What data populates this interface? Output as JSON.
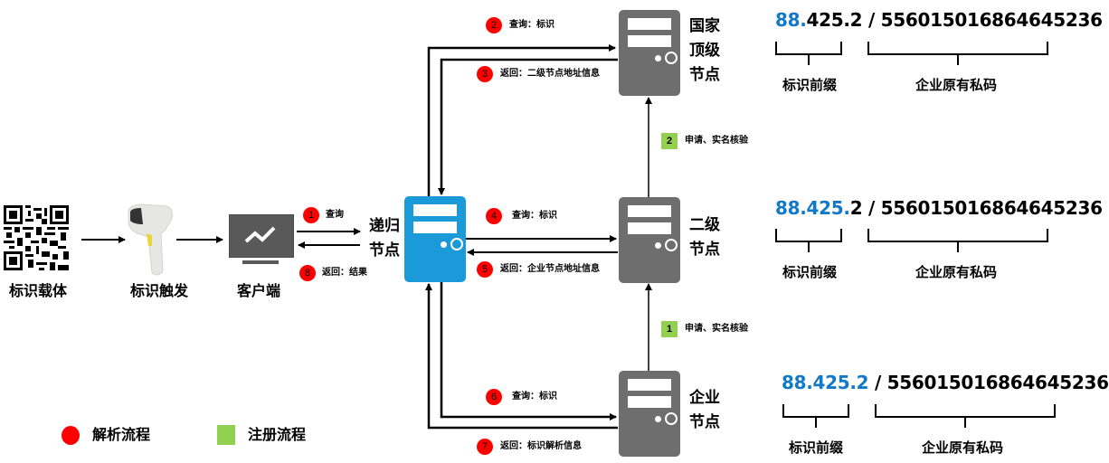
{
  "flow": {
    "carrier": {
      "label": "标识载体",
      "icon": "qr-code-icon"
    },
    "trigger": {
      "label": "标识触发",
      "icon": "barcode-scanner-icon"
    },
    "client": {
      "label": "客户端",
      "icon": "monitor-chart-icon"
    },
    "recursive_node": {
      "label_line1": "递归",
      "label_line2": "节点",
      "icon": "server-icon",
      "color": "#1a9ad8"
    },
    "national_node": {
      "label_line1": "国家",
      "label_line2": "顶级",
      "label_line3": "节点",
      "icon": "server-icon",
      "color": "#6e6e6e"
    },
    "secondary_node": {
      "label_line1": "二级",
      "label_line2": "节点",
      "icon": "server-icon",
      "color": "#6e6e6e"
    },
    "enterprise_node": {
      "label_line1": "企业",
      "label_line2": "节点",
      "icon": "server-icon",
      "color": "#6e6e6e"
    }
  },
  "resolution_steps": [
    {
      "num": "1",
      "text": "查询"
    },
    {
      "num": "2",
      "text": "查询：标识"
    },
    {
      "num": "3",
      "text": "返回：二级节点地址信息"
    },
    {
      "num": "4",
      "text": "查询：标识"
    },
    {
      "num": "5",
      "text": "返回：企业节点地址信息"
    },
    {
      "num": "6",
      "text": "查询：标识"
    },
    {
      "num": "7",
      "text": "返回：标识解析信息"
    },
    {
      "num": "8",
      "text": "返回：结果"
    }
  ],
  "registration_steps": [
    {
      "num": "2",
      "text": "申请、实名核验"
    },
    {
      "num": "1",
      "text": "申请、实名核验"
    }
  ],
  "identifiers": [
    {
      "prefix_blue": "88.",
      "prefix_black": "425.2",
      "separator": " / ",
      "suffix": "556015016864645236",
      "prefix_caption": "标识前缀",
      "suffix_caption": "企业原有私码"
    },
    {
      "prefix_blue": "88.425.",
      "prefix_black": "2",
      "separator": " / ",
      "suffix": "556015016864645236",
      "prefix_caption": "标识前缀",
      "suffix_caption": "企业原有私码"
    },
    {
      "prefix_blue": "88.425.2",
      "prefix_black": "",
      "separator": " / ",
      "suffix": "556015016864645236",
      "prefix_caption": "标识前缀",
      "suffix_caption": "企业原有私码"
    }
  ],
  "legend": [
    {
      "shape": "circle",
      "color": "#ff0000",
      "label": "解析流程"
    },
    {
      "shape": "square",
      "color": "#92d050",
      "label": "注册流程"
    }
  ],
  "colors": {
    "accent_blue": "#1278c8",
    "resolution_red": "#ff0000",
    "registration_green": "#92d050",
    "server_gray": "#6e6e6e",
    "recursive_blue": "#1a9ad8"
  }
}
